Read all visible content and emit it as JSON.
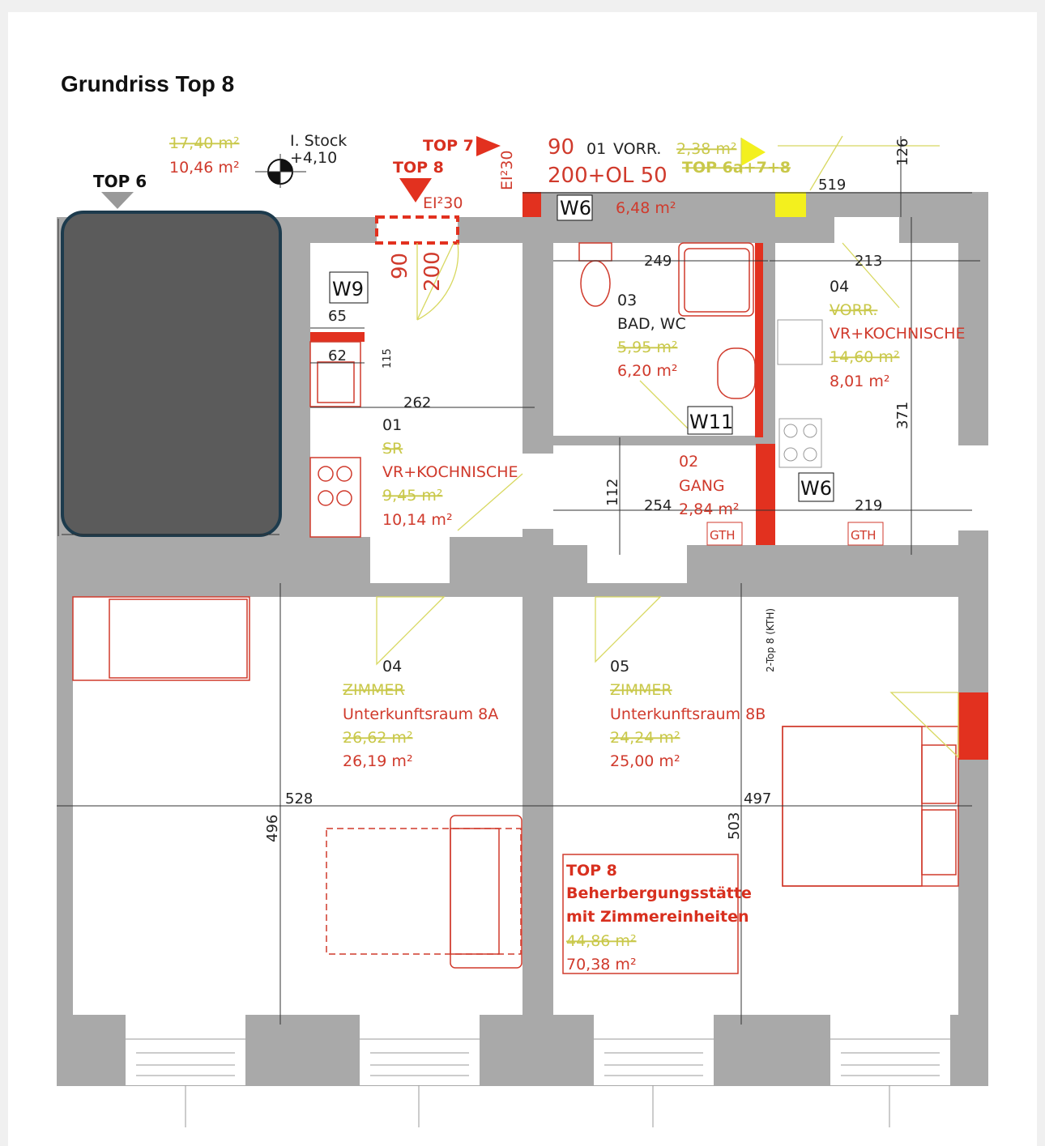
{
  "header": {
    "title": "Grundriss Top 8"
  },
  "top_strip": {
    "top6": "TOP 6",
    "old_area": "17,40 m²",
    "area": "10,46 m²",
    "level": "I. Stock",
    "elevation": "+4,10",
    "top7": "TOP 7",
    "top8": "TOP 8",
    "fire_rating_1": "EI²30",
    "fire_rating_2": "EI²30",
    "door_width": "90",
    "door_label": "200+OL 50",
    "room_no": "01",
    "room_name": "VORR.",
    "room_old_area": "2,38 m²",
    "shared_label": "TOP 6a+7+8",
    "dim_519": "519",
    "window": "W6",
    "room_area": "6,48 m²",
    "dim_126": "126"
  },
  "entry": {
    "door_w": "90",
    "door_h": "200",
    "window": "W9",
    "dim_65": "65",
    "dim_62": "62",
    "dim_115": "115"
  },
  "rooms": {
    "r01": {
      "no": "01",
      "old_name": "SR",
      "name": "VR+KOCHNISCHE",
      "old_area": "9,45 m²",
      "area": "10,14 m²",
      "dim": "262"
    },
    "r03": {
      "no": "03",
      "name": "BAD, WC",
      "old_area": "5,95 m²",
      "area": "6,20 m²",
      "dim": "249",
      "window": "W11"
    },
    "r04a": {
      "no": "04",
      "old_name": "VORR.",
      "name": "VR+KOCHNISCHE",
      "old_area": "14,60 m²",
      "area": "8,01 m²",
      "dim_w": "213",
      "dim_h": "371",
      "dim_b": "219",
      "window": "W6",
      "gth": "GTH"
    },
    "r02": {
      "no": "02",
      "name": "GANG",
      "area": "2,84 m²",
      "dim_w": "254",
      "dim_h": "112",
      "gth": "GTH"
    },
    "r04": {
      "no": "04",
      "old_name": "ZIMMER",
      "name": "Unterkunftsraum 8A",
      "old_area": "26,62 m²",
      "area": "26,19 m²",
      "dim_w": "528",
      "dim_h": "496"
    },
    "r05": {
      "no": "05",
      "old_name": "ZIMMER",
      "name": "Unterkunftsraum 8B",
      "old_area": "24,24 m²",
      "area": "25,00 m²",
      "dim_w": "497",
      "dim_h": "503"
    }
  },
  "kth_label": "2-Top 8 (KTH)",
  "summary": {
    "title": "TOP 8",
    "line1": "Beherbergungsstätte",
    "line2": "mit Zimmereinheiten",
    "old_area": "44,86 m²",
    "area": "70,38 m²"
  },
  "colors": {
    "wall": "#a9a9a9",
    "red": "#e2311f",
    "yellow": "#f3f01e",
    "block": "#5b5b5b",
    "block_border": "#1d3b4d"
  }
}
